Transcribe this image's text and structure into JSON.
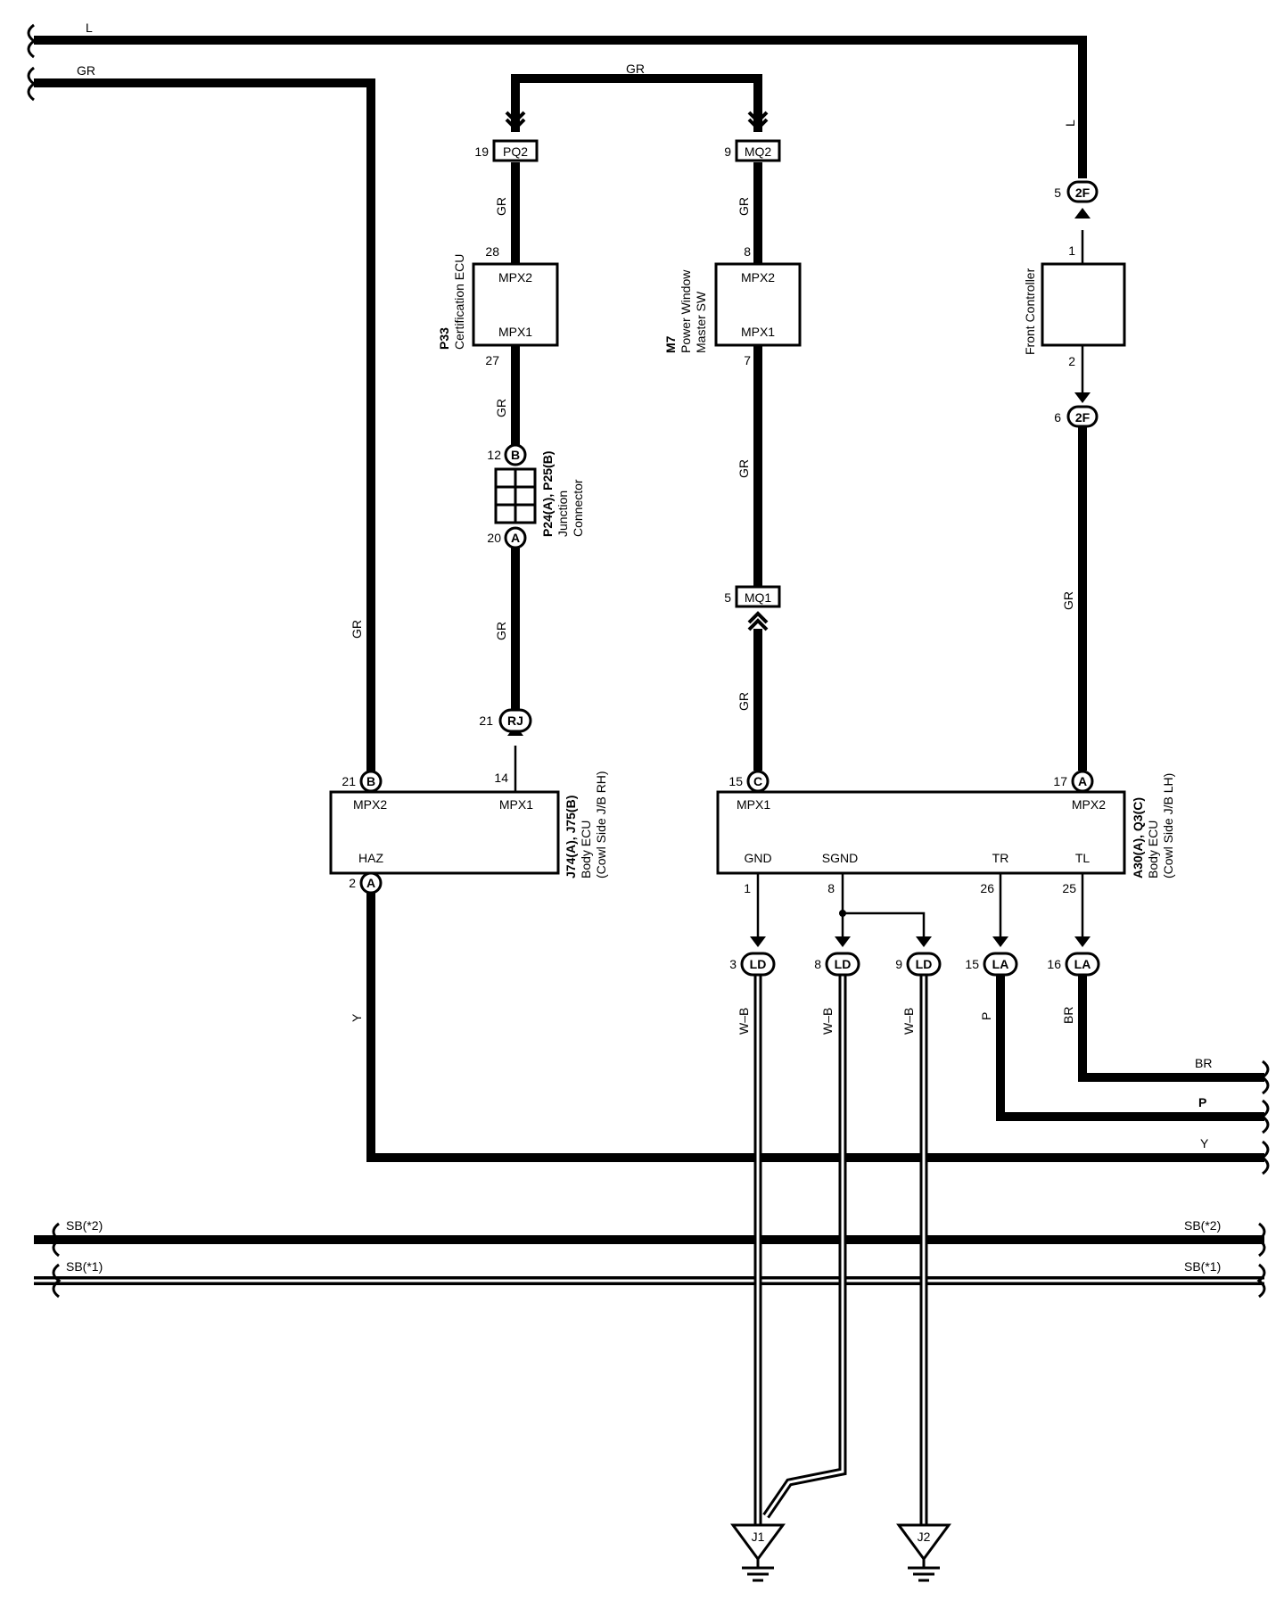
{
  "wires": {
    "top_l": "L",
    "top_gr": "GR",
    "cert_gr_top": "GR",
    "l_vertical": "L",
    "cert_gr1": "GR",
    "cert_gr2": "GR",
    "cert_gr3": "GR",
    "pw_gr1": "GR",
    "pw_gr2": "GR",
    "pw_gr3": "GR",
    "left_gr": "GR",
    "right_gr": "GR",
    "left_y": "Y",
    "wb1": "W–B",
    "wb2": "W–B",
    "wb3": "W–B",
    "p": "P",
    "br": "BR",
    "br_right": "BR",
    "p_right": "P",
    "y_right": "Y",
    "sb2_left": "SB(*2)",
    "sb1_left": "SB(*1)",
    "sb2_right": "SB(*2)",
    "sb1_right": "SB(*1)"
  },
  "connectors": {
    "pq2": {
      "pin": "19",
      "name": "PQ2"
    },
    "mq2": {
      "pin": "9",
      "name": "MQ2"
    },
    "mq1": {
      "pin": "5",
      "name": "MQ1"
    },
    "fc_top": {
      "pin": "5",
      "name": "2F"
    },
    "fc_bot": {
      "pin": "6",
      "name": "2F"
    },
    "jc_b": {
      "pin": "12",
      "name": "B"
    },
    "jc_a": {
      "pin": "20",
      "name": "A"
    },
    "rj": {
      "pin": "21",
      "name": "RJ"
    },
    "body_rh_b": {
      "pin": "21",
      "name": "B"
    },
    "body_rh_a": {
      "pin": "2",
      "name": "A"
    },
    "body_lh_c": {
      "pin": "15",
      "name": "C"
    },
    "body_lh_a": {
      "pin": "17",
      "name": "A"
    },
    "ld3": {
      "pin": "3",
      "name": "LD"
    },
    "ld8": {
      "pin": "8",
      "name": "LD"
    },
    "ld9": {
      "pin": "9",
      "name": "LD"
    },
    "la15": {
      "pin": "15",
      "name": "LA"
    },
    "la16": {
      "pin": "16",
      "name": "LA"
    }
  },
  "components": {
    "cert_ecu": {
      "code": "P33",
      "name": "Certification ECU",
      "top_label": "MPX2",
      "bottom_label": "MPX1",
      "pin_top": "28",
      "pin_bottom": "27"
    },
    "pw_sw": {
      "code": "M7",
      "name1": "Power Window",
      "name2": "Master SW",
      "top_label": "MPX2",
      "bottom_label": "MPX1",
      "pin_top": "8",
      "pin_bottom": "7"
    },
    "front_ctrl": {
      "name": "Front Controller",
      "pin_top": "1",
      "pin_bottom": "2"
    },
    "junction": {
      "code": "P24(A), P25(B)",
      "name1": "Junction",
      "name2": "Connector"
    },
    "body_rh": {
      "code": "J74(A), J75(B)",
      "name1": "Body ECU",
      "name2": "(Cowl Side J/B RH)",
      "mpx2": "MPX2",
      "mpx1": "MPX1",
      "haz": "HAZ",
      "pin_mpx1": "14"
    },
    "body_lh": {
      "code": "A30(A), Q3(C)",
      "name1": "Body ECU",
      "name2": "(Cowl Side J/B LH)",
      "mpx1": "MPX1",
      "mpx2": "MPX2",
      "gnd": "GND",
      "sgnd": "SGND",
      "tr": "TR",
      "tl": "TL",
      "pin_gnd": "1",
      "pin_sgnd": "8",
      "pin_tr": "26",
      "pin_tl": "25"
    }
  },
  "grounds": {
    "j1": "J1",
    "j2": "J2"
  }
}
